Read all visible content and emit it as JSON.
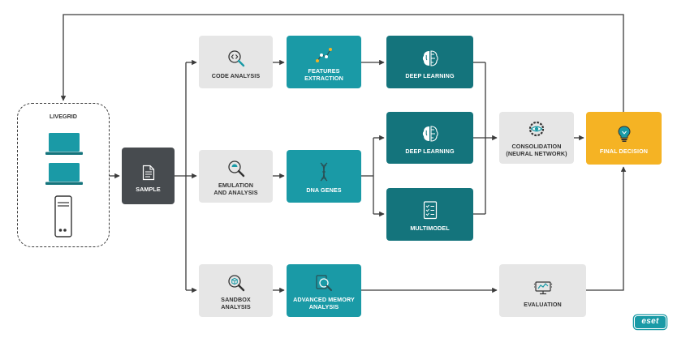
{
  "colors": {
    "gray": "#e6e6e6",
    "teal": "#1a9aa6",
    "dark_teal": "#14747c",
    "dark": "#474b4f",
    "yellow": "#f5b324",
    "line": "#3b3b3b"
  },
  "livegrid": {
    "label": "LIVEGRID",
    "devices": [
      "laptop-icon",
      "laptop-icon",
      "server-tower-icon"
    ]
  },
  "nodes": {
    "sample": {
      "label": "SAMPLE",
      "icon": "document-icon"
    },
    "code_analysis": {
      "label": "CODE ANALYSIS",
      "icon": "code-magnifier-icon"
    },
    "emulation": {
      "label": "EMULATION\nAND ANALYSIS",
      "icon": "emulation-magnifier-icon"
    },
    "sandbox": {
      "label": "SANDBOX\nANALYSIS",
      "icon": "box-magnifier-icon"
    },
    "features": {
      "label": "FEATURES\nEXTRACTION",
      "icon": "nodes-path-icon"
    },
    "dna": {
      "label": "DNA GENES",
      "icon": "dna-icon"
    },
    "memory": {
      "label": "ADVANCED MEMORY\nANALYSIS",
      "icon": "memory-magnifier-icon"
    },
    "deep1": {
      "label": "DEEP LEARNING",
      "icon": "brain-circuit-icon"
    },
    "deep2": {
      "label": "DEEP LEARNING",
      "icon": "brain-circuit-icon"
    },
    "multimodel": {
      "label": "MULTIMODEL",
      "icon": "checklist-icon"
    },
    "consolidation": {
      "label": "CONSOLIDATION\n(NEURAL NETWORK)",
      "icon": "eye-gear-icon"
    },
    "evaluation": {
      "label": "EVALUATION",
      "icon": "monitor-signal-icon"
    },
    "final": {
      "label": "FINAL DECISION",
      "icon": "lightbulb-icon"
    }
  },
  "logo": {
    "text": "eset"
  }
}
